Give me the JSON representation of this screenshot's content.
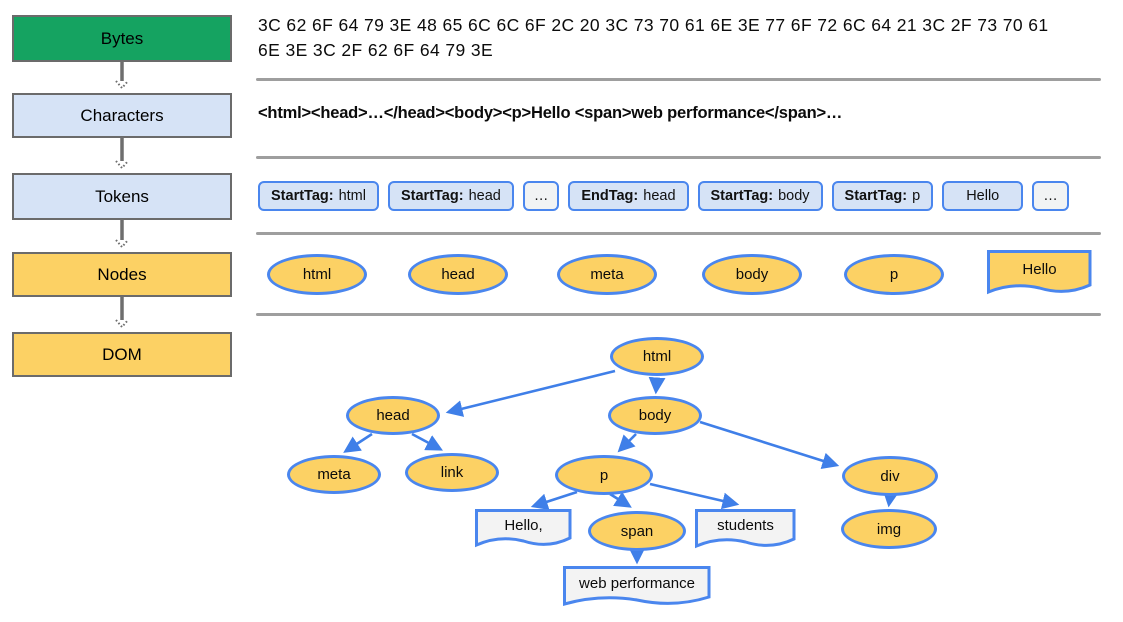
{
  "stages": {
    "bytes": "Bytes",
    "characters": "Characters",
    "tokens": "Tokens",
    "nodes": "Nodes",
    "dom": "DOM"
  },
  "bytes_row": {
    "line1": "3C 62 6F 64 79 3E 48 65 6C 6C 6F 2C 20 3C 73 70 61 6E 3E 77 6F 72 6C 64 21 3C 2F 73 70 61",
    "line2": "6E 3E 3C 2F 62 6F 64 79 3E"
  },
  "characters_row": {
    "text": "<html><head>…</head><body><p>Hello <span>web performance</span>…"
  },
  "tokens_row": {
    "items": [
      {
        "prefix": "StartTag:",
        "value": "html"
      },
      {
        "prefix": "StartTag:",
        "value": "head"
      },
      {
        "prefix": "",
        "value": "…"
      },
      {
        "prefix": "EndTag:",
        "value": "head"
      },
      {
        "prefix": "StartTag:",
        "value": "body"
      },
      {
        "prefix": "StartTag:",
        "value": "p"
      },
      {
        "prefix": "",
        "value": "Hello"
      },
      {
        "prefix": "",
        "value": "…"
      }
    ]
  },
  "nodes_row": {
    "items": [
      {
        "label": "html",
        "shape": "ellipse"
      },
      {
        "label": "head",
        "shape": "ellipse"
      },
      {
        "label": "meta",
        "shape": "ellipse"
      },
      {
        "label": "body",
        "shape": "ellipse"
      },
      {
        "label": "p",
        "shape": "ellipse"
      },
      {
        "label": "Hello",
        "shape": "document"
      }
    ]
  },
  "dom_tree": {
    "nodes": {
      "html": {
        "label": "html",
        "shape": "ellipse"
      },
      "head": {
        "label": "head",
        "shape": "ellipse"
      },
      "body": {
        "label": "body",
        "shape": "ellipse"
      },
      "meta": {
        "label": "meta",
        "shape": "ellipse"
      },
      "link": {
        "label": "link",
        "shape": "ellipse"
      },
      "p": {
        "label": "p",
        "shape": "ellipse"
      },
      "div": {
        "label": "div",
        "shape": "ellipse"
      },
      "span": {
        "label": "span",
        "shape": "ellipse"
      },
      "img": {
        "label": "img",
        "shape": "ellipse"
      },
      "hello": {
        "label": "Hello,",
        "shape": "document"
      },
      "students": {
        "label": "students",
        "shape": "document"
      },
      "webperf": {
        "label": "web performance",
        "shape": "document"
      }
    },
    "edges": [
      [
        "html",
        "head"
      ],
      [
        "html",
        "body"
      ],
      [
        "head",
        "meta"
      ],
      [
        "head",
        "link"
      ],
      [
        "body",
        "p"
      ],
      [
        "body",
        "div"
      ],
      [
        "p",
        "hello"
      ],
      [
        "p",
        "span"
      ],
      [
        "p",
        "students"
      ],
      [
        "span",
        "webperf"
      ],
      [
        "div",
        "img"
      ]
    ]
  },
  "colors": {
    "bytes_green": "#15A361",
    "light_blue": "#D6E3F6",
    "yellow": "#FCD164",
    "shape_border": "#4A86EE",
    "arrow_blue": "#3F7FE8",
    "divider_gray": "#9E9E9E",
    "flow_gray": "#6E6E6E",
    "muted_fill": "#F1F3F4",
    "doc_light": "#F3F3F3"
  }
}
